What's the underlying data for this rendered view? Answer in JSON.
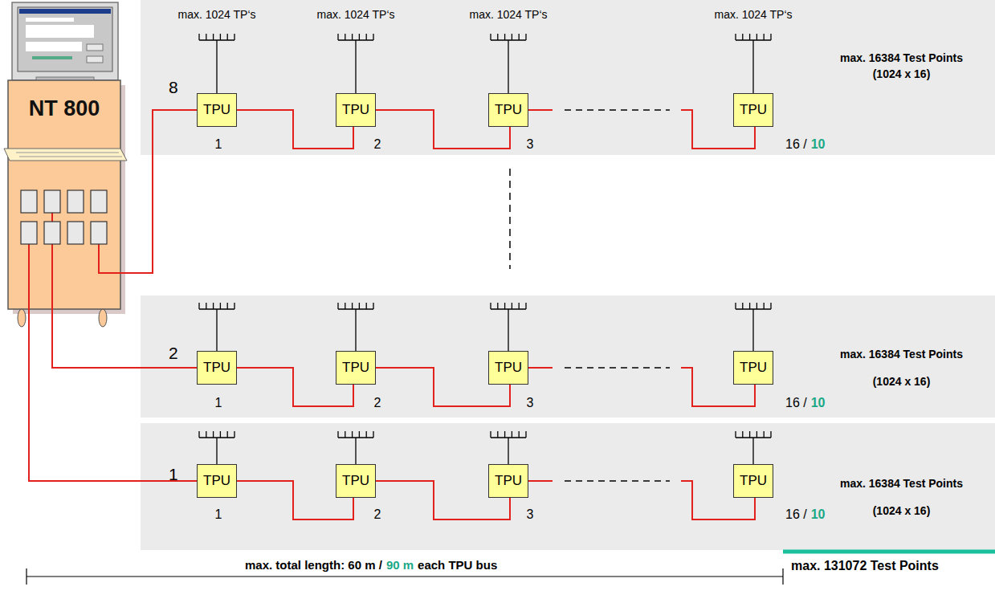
{
  "diagram": {
    "nodes": [
      {
        "text": [
          "NT 800"
        ]
      },
      {
        "text": [
          "8",
          "max. 16384 Test Points (1024 x 16)"
        ]
      },
      {
        "text": [
          "TPU"
        ],
        "in": 1
      },
      {
        "text": [
          "TPU"
        ],
        "in": 1
      },
      {
        "text": [
          "TPU"
        ],
        "in": 1
      },
      {
        "text": [
          "TPU"
        ],
        "in": 1
      },
      {
        "text": [
          "2",
          "max. 16384 Test Points (1024 x 16)"
        ]
      },
      {
        "text": [
          "TPU"
        ],
        "in": 6
      },
      {
        "text": [
          "TPU"
        ],
        "in": 6
      },
      {
        "text": [
          "TPU"
        ],
        "in": 6
      },
      {
        "text": [
          "TPU"
        ],
        "in": 6
      },
      {
        "text": [
          "1",
          "max. 16384 Test Points (1024 x 16)"
        ]
      },
      {
        "text": [
          "TPU"
        ],
        "in": 11
      },
      {
        "text": [
          "TPU"
        ],
        "in": 11
      },
      {
        "text": [
          "TPU"
        ],
        "in": 11
      },
      {
        "text": [
          "TPU"
        ],
        "in": 11
      }
    ],
    "edges": [
      {
        "from": 0,
        "to": 2,
        "arrow": "none"
      },
      {
        "from": 2,
        "to": 3,
        "arrow": "none"
      },
      {
        "from": 3,
        "to": 4,
        "arrow": "none"
      },
      {
        "from": 4,
        "to": 5,
        "arrow": "none"
      },
      {
        "from": 0,
        "to": 7,
        "arrow": "none"
      },
      {
        "from": 7,
        "to": 8,
        "arrow": "none"
      },
      {
        "from": 8,
        "to": 9,
        "arrow": "none"
      },
      {
        "from": 9,
        "to": 10,
        "arrow": "none"
      },
      {
        "from": 0,
        "to": 12,
        "arrow": "none"
      },
      {
        "from": 12,
        "to": 13,
        "arrow": "none"
      },
      {
        "from": 13,
        "to": 14,
        "arrow": "none"
      },
      {
        "from": 14,
        "to": 15,
        "arrow": "none"
      }
    ],
    "labels": [
      "max. 1024 TP‘s",
      "max. 1024 TP‘s",
      "max. 1024 TP‘s",
      "max. 1024 TP‘s",
      "1",
      "2",
      "3",
      "16 /",
      "10",
      "1",
      "2",
      "3",
      "16 /",
      "10",
      "1",
      "2",
      "3",
      "16 /",
      "10",
      "max. 131072 Test Points",
      "max. total length: 60 m /",
      "90 m",
      "each TPU bus"
    ]
  }
}
